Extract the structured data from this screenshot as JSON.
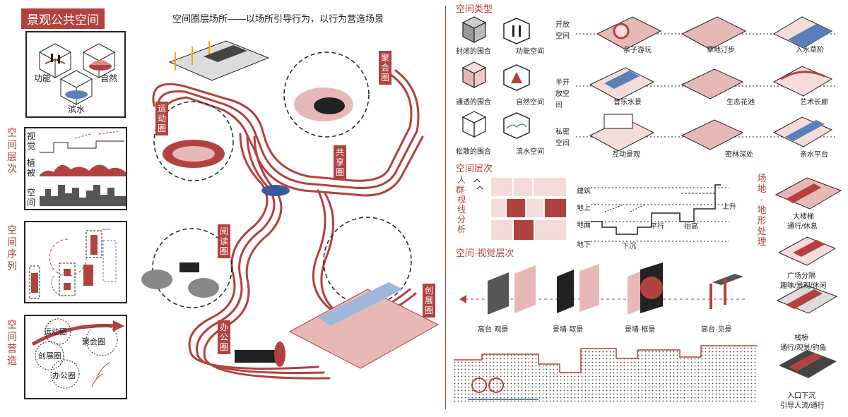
{
  "left": {
    "title": "景观公共空间",
    "box1": {
      "labels": [
        "功能",
        "自然",
        "滨水"
      ]
    },
    "levels": {
      "side": "空间层次",
      "rows": [
        "视觉",
        "植被",
        "空间"
      ]
    },
    "sequence": {
      "side": "空间序列"
    },
    "make": {
      "side": "空间营造",
      "circles": [
        "运动圈",
        "聚会圈",
        "创展圈",
        "办公圈"
      ]
    }
  },
  "center": {
    "title": "空间圈层场所——以场所引导行为，以行为营造场景",
    "zones": [
      "聚会圈",
      "运动圈",
      "共享圈",
      "阅读圈",
      "创展圈",
      "办公圈"
    ]
  },
  "right": {
    "types": {
      "title": "空间类型",
      "cubes": [
        "封闭的围合",
        "功能空间",
        "通透的围合",
        "自然空间",
        "松散的围合",
        "滨水空间"
      ],
      "rows": [
        {
          "label": "开放空间",
          "items": [
            "亲子游玩",
            "草地汀步",
            "入水草阶"
          ]
        },
        {
          "label": "半开放空间",
          "items": [
            "音乐水景",
            "生态花池",
            "艺术长廊"
          ]
        },
        {
          "label": "私密空间",
          "items": [
            "互动景观",
            "密林深处",
            "亲水平台"
          ]
        }
      ]
    },
    "levels": {
      "title": "空间层次",
      "crowd": "人群·视线分析",
      "section_labels": [
        "建筑",
        "地上",
        "地面",
        "地下"
      ],
      "notes": [
        "上升",
        "平行",
        "抬高",
        "下沉"
      ]
    },
    "visual": {
      "title": "空间·视觉层次",
      "items": [
        "高台·观景",
        "景墙·取景",
        "景墙·框景",
        "高台·见景"
      ]
    },
    "terrain": {
      "side": "场地·地形处理",
      "items": [
        {
          "name": "大楼梯",
          "sub": "通行/休息"
        },
        {
          "name": "广场分隔",
          "sub": "趣味/景观/休闲"
        },
        {
          "name": "栈桥",
          "sub": "通行/观景/钓鱼"
        },
        {
          "name": "入口下沉",
          "sub": "引导人流/通行"
        }
      ]
    }
  },
  "colors": {
    "accent": "#b2423f",
    "pink": "#e7b9b6",
    "light_pink": "#f4dcda",
    "dark": "#222222",
    "blue": "#5b7fb8"
  }
}
